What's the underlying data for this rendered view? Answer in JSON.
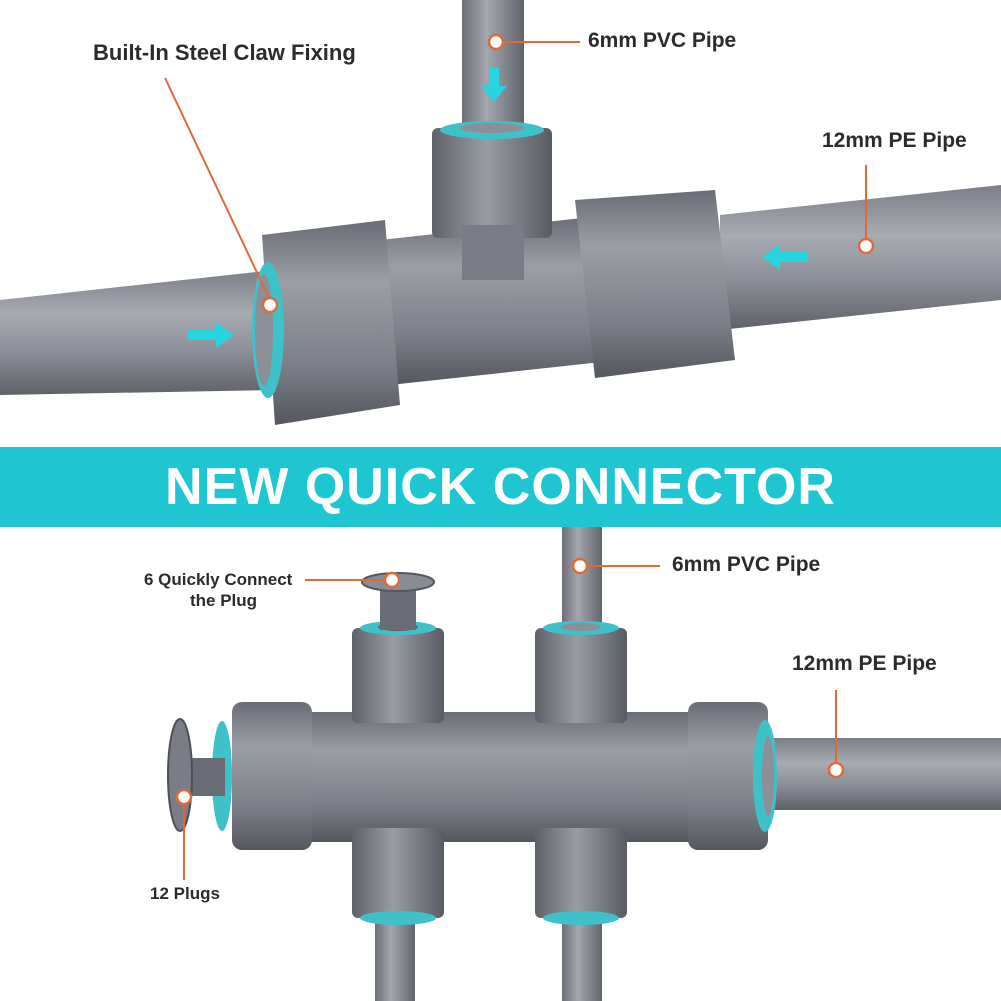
{
  "banner": {
    "title": "NEW QUICK CONNECTOR",
    "color": "#1ec6d2"
  },
  "top_section": {
    "callouts": {
      "claw": "Built-In Steel Claw Fixing",
      "pvc": "6mm PVC Pipe",
      "pe": "12mm PE Pipe"
    }
  },
  "bottom_section": {
    "callouts": {
      "plug_connect_line1": "6 Quickly Connect",
      "plug_connect_line2": "the Plug",
      "pvc": "6mm PVC Pipe",
      "pe": "12mm PE Pipe",
      "plugs": "12 Plugs"
    }
  },
  "colors": {
    "pipe": "#8c8e96",
    "fitting": "#7b7d86",
    "seal_ring": "#3fc1c9",
    "flow_arrow": "#27d5e0",
    "callout_line": "#e0693a"
  }
}
